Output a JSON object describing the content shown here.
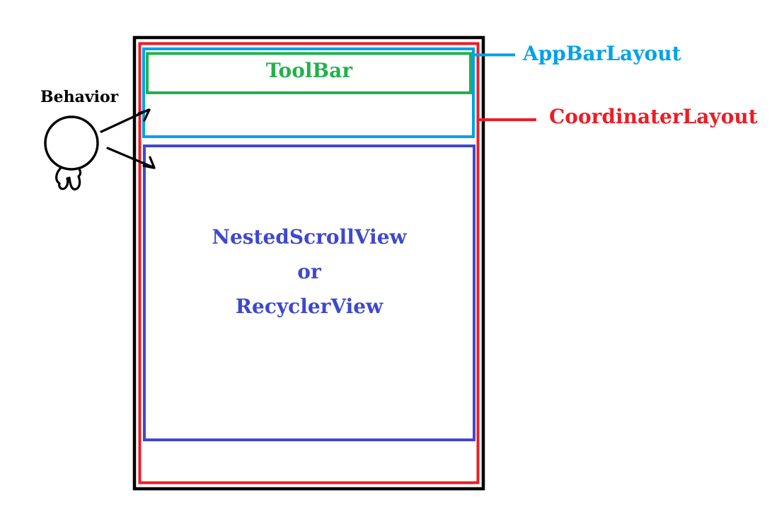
{
  "diagram": {
    "behavior_label": "Behavior",
    "toolbar_label": "ToolBar",
    "scroll_view_line1": "NestedScrollView",
    "scroll_view_line2": "or",
    "scroll_view_line3": "RecyclerView",
    "appbar_label": "AppBarLayout",
    "coordinator_label": "CoordinaterLayout",
    "colors": {
      "outer_frame": "#000000",
      "coordinator_layout": "#ED1C24",
      "appbar_layout": "#00A2E8",
      "toolbar": "#22B14C",
      "scroll_view": "#3F48CC",
      "behavior_ink": "#000000"
    }
  }
}
